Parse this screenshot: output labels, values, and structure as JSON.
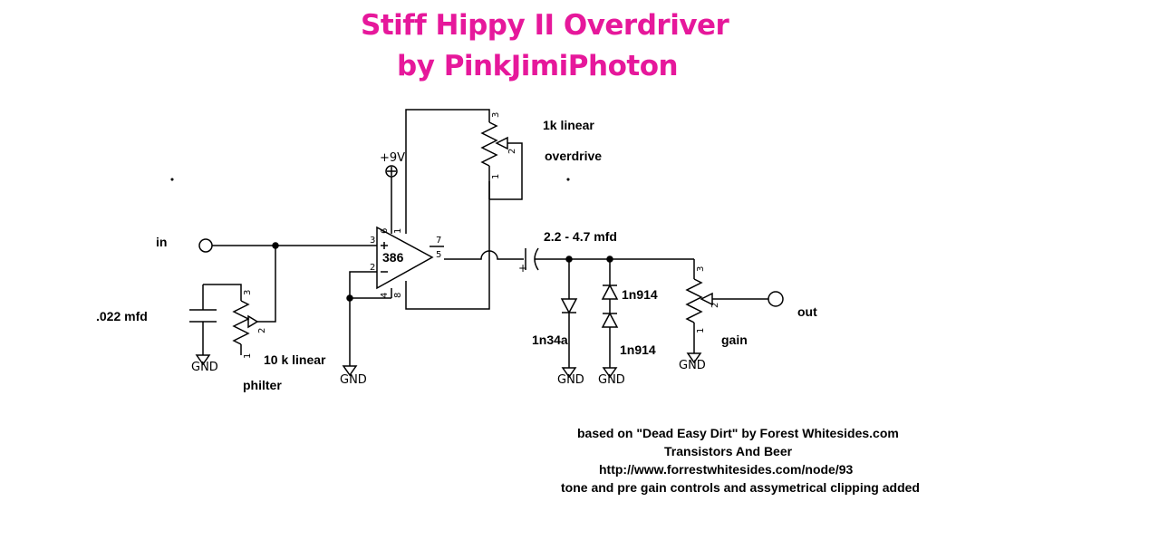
{
  "title": {
    "line1": "Stiff Hippy II Overdriver",
    "line2": "by PinkJimiPhoton"
  },
  "labels": {
    "in": "in",
    "out": "out",
    "plus9v": "+9V",
    "cap_tone": ".022 mfd",
    "pot_tone_value": "10 k linear",
    "pot_tone_name": "philter",
    "pot_overdrive_value": "1k linear",
    "pot_overdrive_name": "overdrive",
    "cap_out": "2.2 - 4.7 mfd",
    "opamp": "386",
    "diode_1": "1n34a",
    "diode_2": "1n914",
    "diode_3": "1n914",
    "pot_out_name": "gain",
    "gnd": "GND"
  },
  "credits": {
    "line1": "based on \"Dead Easy Dirt\" by Forest Whitesides.com",
    "line2": "Transistors And Beer",
    "line3": "http://www.forrestwhitesides.com/node/93",
    "line4": "tone and pre gain controls and assymetrical clipping added"
  },
  "colors": {
    "title": "#e6189b",
    "ink": "#000000"
  }
}
